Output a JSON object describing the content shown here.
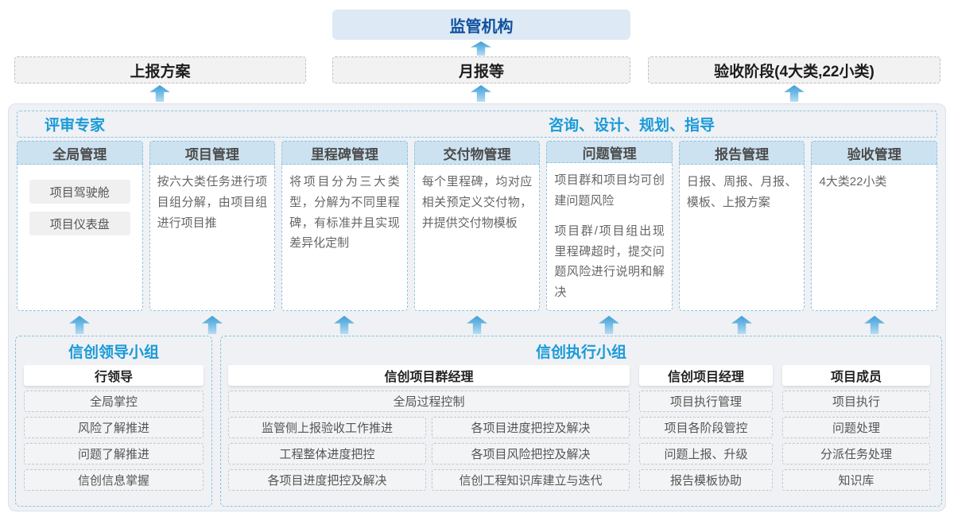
{
  "top": {
    "regulator": "监管机构",
    "report_plan": "上报方案",
    "monthly_report": "月报等",
    "acceptance_phase": "验收阶段(4大类,22小类)"
  },
  "review": {
    "expert": "评审专家",
    "advisory": "咨询、设计、规划、指导"
  },
  "columns": [
    {
      "title": "全局管理",
      "item1": "项目驾驶舱",
      "item2": "项目仪表盘"
    },
    {
      "title": "项目管理",
      "text": "按六大类任务进行项目组分解，由项目组进行项目推"
    },
    {
      "title": "里程碑管理",
      "text": "将项目分为三大类型，分解为不同里程碑，有标准并且实现差异化定制"
    },
    {
      "title": "交付物管理",
      "text": "每个里程碑，均对应相关预定义交付物，并提供交付物模板"
    },
    {
      "title": "问题管理",
      "text": "项目群和项目均可创建问题风险",
      "text2": "项目群/项目组出现里程碑超时，提交问题风险进行说明和解决"
    },
    {
      "title": "报告管理",
      "text": "日报、周报、月报、模板、上报方案"
    },
    {
      "title": "验收管理",
      "text": "4大类22小类"
    }
  ],
  "leader_group": {
    "title": "信创领导小组",
    "role": "行领导",
    "items": [
      "全局掌控",
      "风险了解推进",
      "问题了解推进",
      "信创信息掌握"
    ]
  },
  "exec_group": {
    "title": "信创执行小组",
    "program_manager": {
      "role": "信创项目群经理",
      "span_item": "全局过程控制",
      "left": [
        "监管侧上报验收工作推进",
        "工程整体进度把控",
        "各项目进度把控及解决"
      ],
      "right": [
        "各项目进度把控及解决",
        "各项目风险把控及解决",
        "信创工程知识库建立与迭代"
      ]
    },
    "project_manager": {
      "role": "信创项目经理",
      "items": [
        "项目执行管理",
        "项目各阶段管控",
        "问题上报、升级",
        "报告模板协助"
      ]
    },
    "member": {
      "role": "项目成员",
      "items": [
        "项目执行",
        "问题处理",
        "分派任务处理",
        "知识库"
      ]
    }
  },
  "colors": {
    "accent_blue": "#1a9ad8",
    "regulator_text": "#10519e",
    "regulator_bg": "#dde9f5",
    "column_header_bg": "#cde2f0",
    "dashed_blue_border": "#8ac3e5",
    "arrow_top": "#3f9fd6",
    "arrow_bottom": "#b9ddf2"
  }
}
